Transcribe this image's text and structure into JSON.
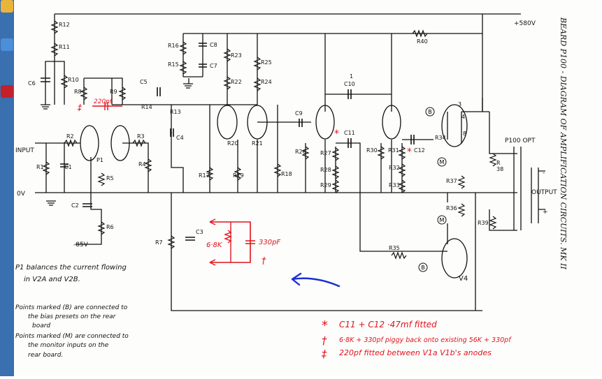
{
  "taskbar": {
    "icons": [
      "app-icon-1",
      "app-icon-2",
      "app-icon-3"
    ]
  },
  "diagram": {
    "title": "BEARD P100 - DIAGRAM OF AMPLIFICATION CIRCUITS. MK II",
    "supply_label": "+580V",
    "neg_supply_label": "-85V",
    "input_label": "INPUT",
    "zero_volt_label": "0V",
    "transformer_label": "P100 OPT",
    "output_label": "OUTPUT",
    "plus_sign": "+",
    "minus_sign": "-",
    "valve_label": "V4",
    "bias_marker": "B",
    "monitor_marker": "M",
    "pin_labels": [
      "3",
      "4",
      "8"
    ],
    "resistors": [
      "R12",
      "R11",
      "R10",
      "R8",
      "R9",
      "R14",
      "R16",
      "R15",
      "R23",
      "R22",
      "R25",
      "R24",
      "R40",
      "R13",
      "R2",
      "R3",
      "R1",
      "R5",
      "R4",
      "R6",
      "R7",
      "R17",
      "R19",
      "R20",
      "R21",
      "R18",
      "R26",
      "R27",
      "R28",
      "R29",
      "R30",
      "R31",
      "R32",
      "R33",
      "R34",
      "R38",
      "R37",
      "R36",
      "R39",
      "R35"
    ],
    "capacitors": [
      "C6",
      "C8",
      "C7",
      "C5",
      "C4",
      "C9",
      "C10",
      "C11",
      "C12",
      "C1",
      "C2",
      "C3"
    ],
    "pot_label": "P1",
    "c10_note": "1",
    "r38_label": {
      "letter": "R",
      "number": "38"
    }
  },
  "notes": {
    "p1_note": [
      "P1 balances the current flowing",
      "in V2A and V2B."
    ],
    "bias_note": [
      "Points marked (B) are connected to",
      "the bias presets on the rear",
      "board"
    ],
    "monitor_note": [
      "Points marked (M) are connected to",
      "the monitor inputs on the",
      "rear board."
    ]
  },
  "annotations": {
    "cap_220": "220pf",
    "r_68k": "6·8K",
    "c_330": "330pF",
    "legend": [
      {
        "symbol": "*",
        "text": "C11 + C12   ·47mf fitted"
      },
      {
        "symbol": "†",
        "text": "6·8K + 330pf piggy back onto existing 56K + 330pf"
      },
      {
        "symbol": "‡",
        "text": "220pf fitted between V1a V1b's anodes"
      }
    ],
    "arrow_color": "#1a2fd6",
    "ink_red": "#e0141e"
  }
}
